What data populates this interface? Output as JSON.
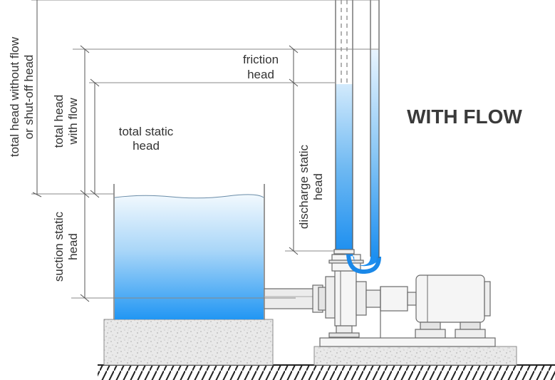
{
  "title": "WITH FLOW",
  "labels": {
    "total_without_flow_line1": "total head without flow",
    "total_without_flow_line2": "or shut-off head",
    "total_with_flow_line1": "total head",
    "total_with_flow_line2": "with flow",
    "suction_static_line1": "suction static",
    "suction_static_line2": "head",
    "total_static_line1": "total static",
    "total_static_line2": "head",
    "friction_line1": "friction",
    "friction_line2": "head",
    "discharge_static_line1": "discharge static",
    "discharge_static_line2": "head"
  },
  "colors": {
    "water_top": "#e6f3fd",
    "water_bottom": "#2196f3",
    "concrete": "#e8e8e8",
    "equipment_stroke": "#6a6a6a",
    "ground": "#222222"
  },
  "icons": [
    "tank-icon",
    "pump-icon",
    "motor-icon",
    "standpipe-icon",
    "ground-hatch-icon"
  ]
}
